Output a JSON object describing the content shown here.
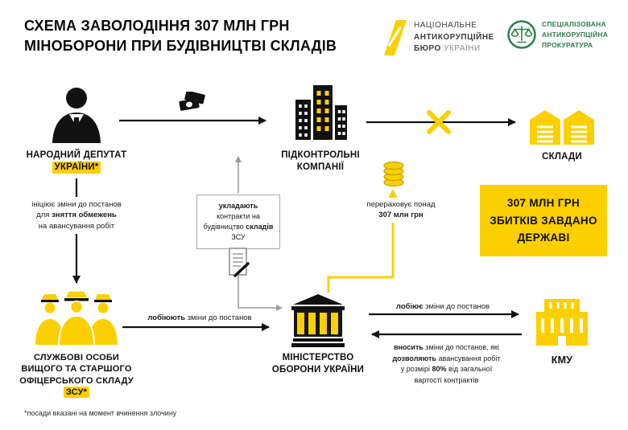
{
  "title": {
    "line1": "СХЕМА ЗАВОЛОДІННЯ 307 МЛН ГРН",
    "line2": "МІНОБОРОНИ ПРИ БУДІВНИЦТВІ СКЛАДІВ"
  },
  "logos": {
    "nabu": {
      "line1": "НАЦІОНАЛЬНЕ",
      "line2": "АНТИКОРУПЦІЙНЕ",
      "line3_bold": "БЮРО",
      "line3_rest": " УКРАЇНИ"
    },
    "sap": {
      "line1": "СПЕЦІАЛІЗОВАНА",
      "line2": "АНТИКОРУПЦІЙНА",
      "line3": "ПРОКУРАТУРА"
    }
  },
  "nodes": {
    "deputy": {
      "line1": "НАРОДНИЙ ДЕПУТАТ",
      "line2": "УКРАЇНИ*"
    },
    "companies": {
      "line1": "ПІДКОНТРОЛЬНІ",
      "line2": "КОМПАНІЇ"
    },
    "warehouses": {
      "label": "СКЛАДИ"
    },
    "officers": {
      "line1": "СЛУЖБОВІ ОСОБИ",
      "line2": "ВИЩОГО ТА СТАРШОГО",
      "line3": "ОФІЦЕРСЬКОГО СКЛАДУ",
      "line4": "ЗСУ*"
    },
    "ministry": {
      "line1": "МІНІСТЕРСТВО",
      "line2": "ОБОРОНИ УКРАЇНИ"
    },
    "kmu": {
      "label": "КМУ"
    }
  },
  "annotations": {
    "initiates_l1": "ініціює зміни до постанов",
    "initiates_l2a": "для ",
    "initiates_l2b": "зняття обмежень",
    "initiates_l3": "на авансування робіт",
    "contracts_b1": "укладають",
    "contracts_m": " контракти на будівництво ",
    "contracts_b2": "складів",
    "contracts_e": " ЗСУ",
    "transfers_l1": "перераховує понад",
    "transfers_l2": "307 млн грн",
    "lobby_plural_bold": "лобіюють",
    "lobby_plural_rest": " зміни до постанов",
    "lobby_single_bold": "лобіює",
    "lobby_single_rest": " зміни до постанов",
    "amends_l1b": "вносить",
    "amends_l1r": " зміни до постанов, які",
    "amends_l2b": "дозволяють",
    "amends_l2r": " авансування робіт",
    "amends_l3a": "у розмірі ",
    "amends_l3b": "80%",
    "amends_l3c": " від загальної",
    "amends_l4": "вартості контрактів",
    "footnote": "*посади вказані на момент вчинення злочину"
  },
  "damage_box": {
    "line1": "307 МЛН ГРН",
    "line2": "ЗБИТКІВ ЗАВДАНО",
    "line3": "ДЕРЖАВІ"
  },
  "colors": {
    "yellow": "#FCD000",
    "black": "#111111",
    "green": "#2E7D46",
    "gray": "#9B9B9B"
  }
}
